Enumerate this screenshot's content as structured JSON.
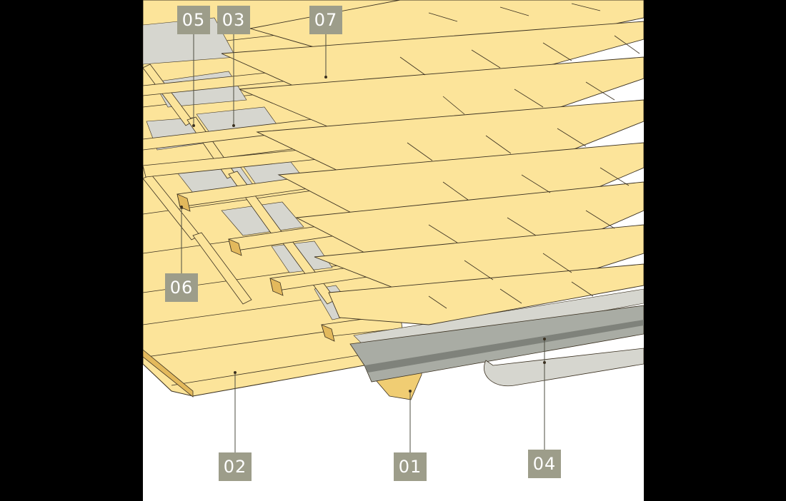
{
  "colors": {
    "wood": "#fce49a",
    "wood_shade": "#f0cd73",
    "wood_dark": "#e3b95c",
    "membrane": "#d6d6cf",
    "metal": "#a9aca4",
    "metal_dark": "#7f827b",
    "label_bg": "#9d9d8a",
    "label_text": "#ffffff",
    "outline": "#3a3020",
    "background": "#ffffff",
    "frame": "#000000"
  },
  "labels": [
    {
      "id": "05",
      "text": "05"
    },
    {
      "id": "03",
      "text": "03"
    },
    {
      "id": "07",
      "text": "07"
    },
    {
      "id": "06",
      "text": "06"
    },
    {
      "id": "02",
      "text": "02"
    },
    {
      "id": "01",
      "text": "01"
    },
    {
      "id": "04",
      "text": "04"
    }
  ]
}
